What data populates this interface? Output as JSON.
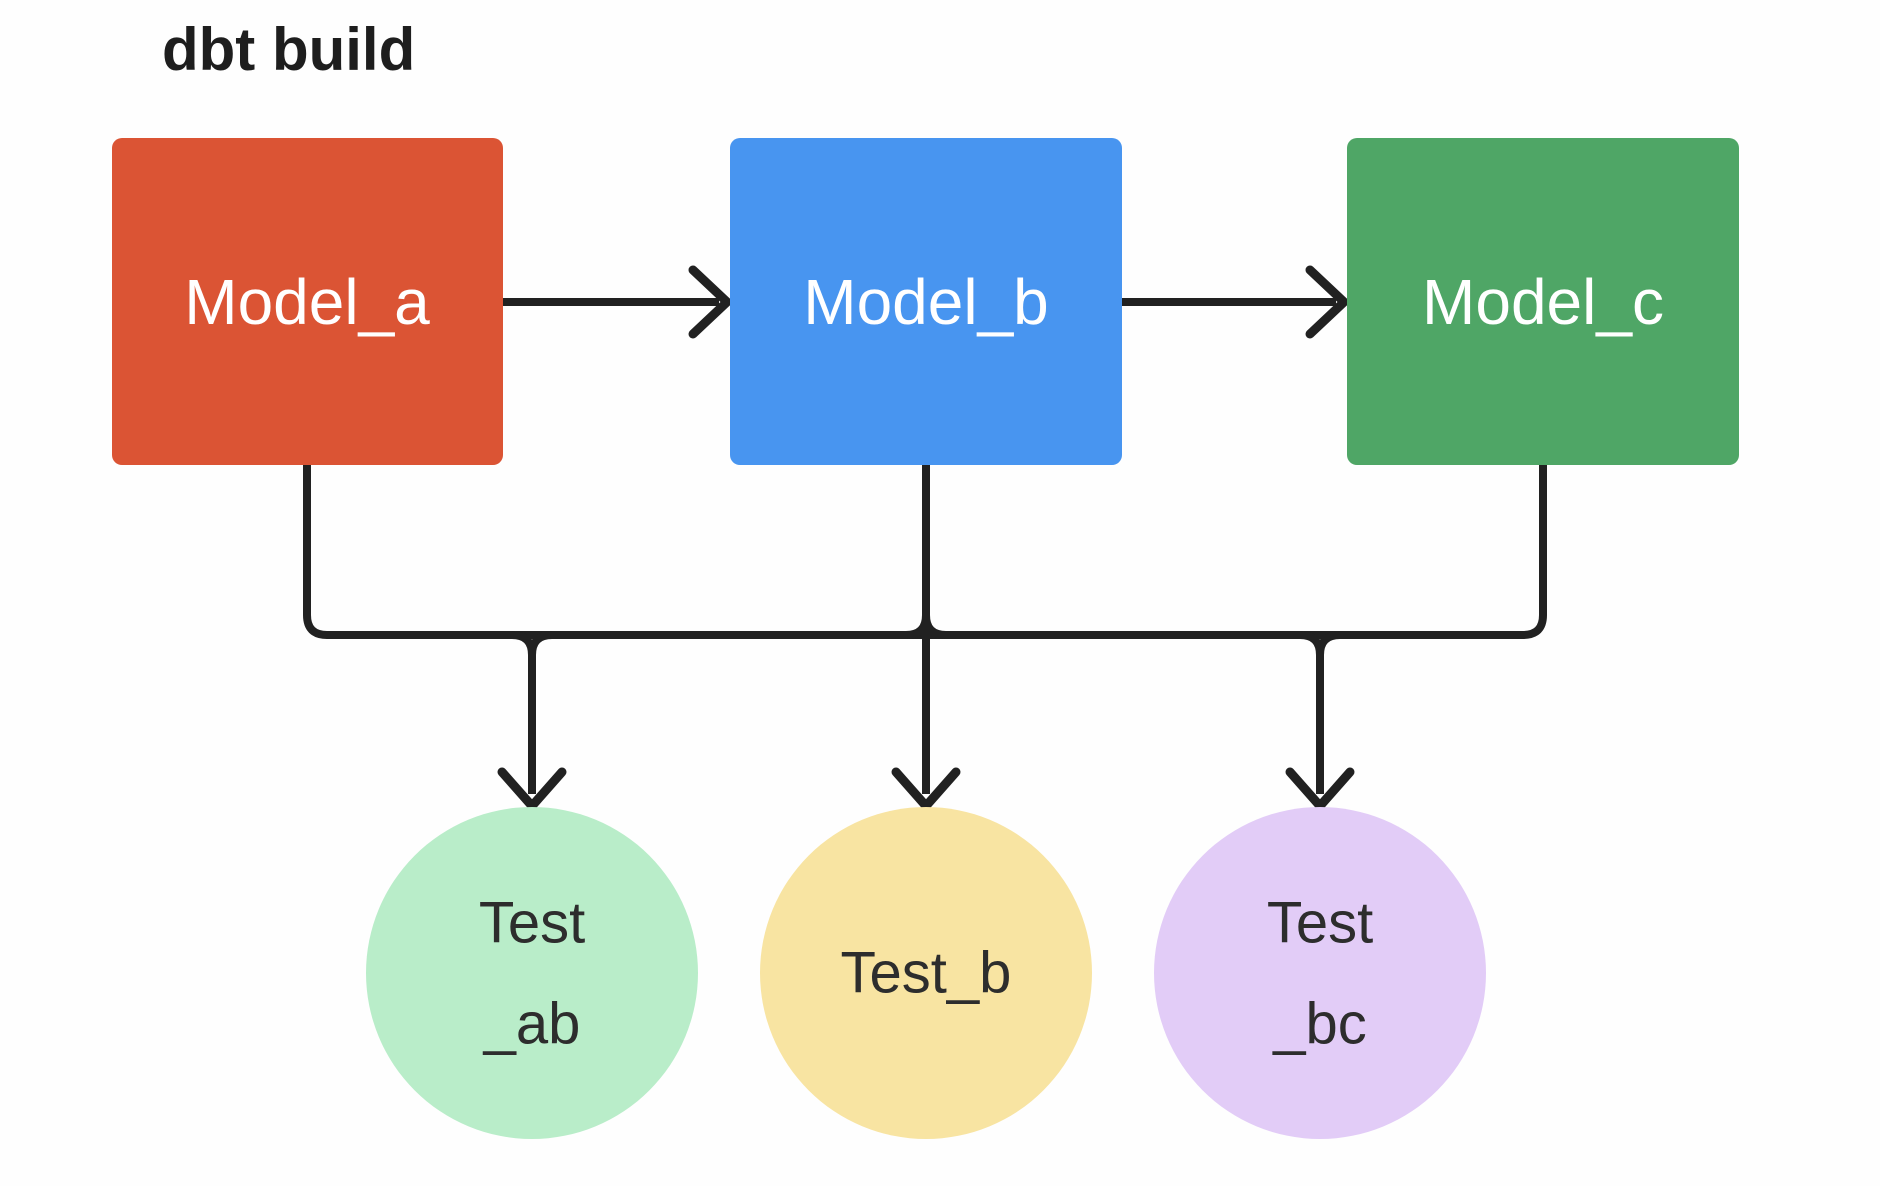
{
  "title": "dbt build",
  "colors": {
    "background": "#FEFEFE",
    "ink": "#212121",
    "title_text": "#1E1E1E",
    "node_text": "#FFFFFF",
    "test_text": "#2D2D2D"
  },
  "models": [
    {
      "id": "model_a",
      "label": "Model_a",
      "color": "#DB5434"
    },
    {
      "id": "model_b",
      "label": "Model_b",
      "color": "#4895F0"
    },
    {
      "id": "model_c",
      "label": "Model_c",
      "color": "#4FA666"
    }
  ],
  "tests": [
    {
      "id": "test_ab",
      "lines": [
        "Test",
        "_ab"
      ],
      "color": "#B9EDC9"
    },
    {
      "id": "test_b",
      "lines": [
        "Test_b"
      ],
      "color": "#F8E4A2"
    },
    {
      "id": "test_bc",
      "lines": [
        "Test",
        "_bc"
      ],
      "color": "#E2CCF7"
    }
  ],
  "edges": [
    {
      "from": "Model_a",
      "to": "Model_b"
    },
    {
      "from": "Model_b",
      "to": "Model_c"
    },
    {
      "from": "Model_a",
      "to": "Test_ab"
    },
    {
      "from": "Model_b",
      "to": "Test_ab"
    },
    {
      "from": "Model_b",
      "to": "Test_b"
    },
    {
      "from": "Model_b",
      "to": "Test_bc"
    },
    {
      "from": "Model_c",
      "to": "Test_bc"
    }
  ]
}
